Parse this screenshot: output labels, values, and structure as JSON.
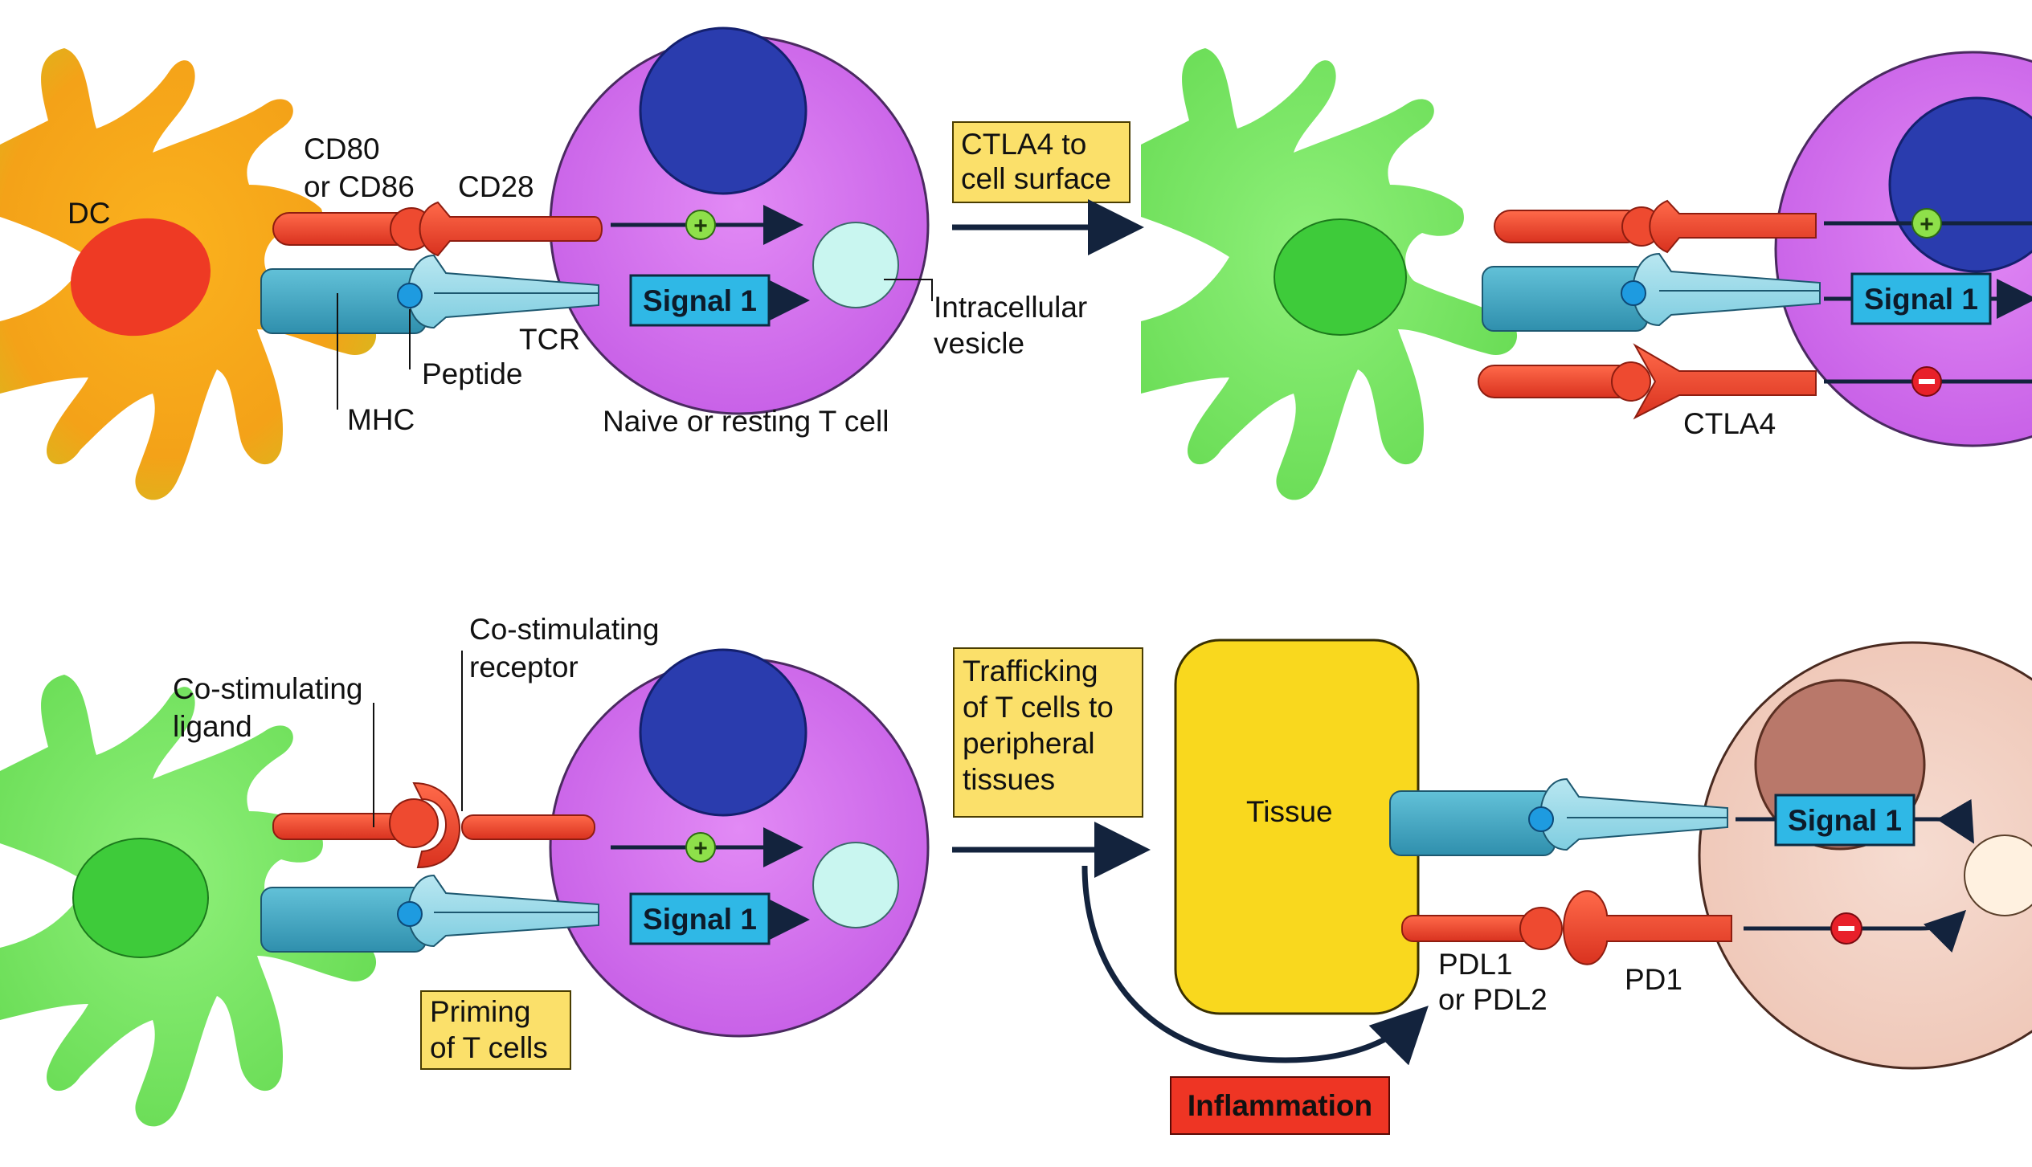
{
  "labels": {
    "dc": "DC",
    "cd80_line1": "CD80",
    "cd80_line2": "or CD86",
    "cd28": "CD28",
    "tcr": "TCR",
    "peptide": "Peptide",
    "mhc": "MHC",
    "intracellular_line1": "Intracellular",
    "intracellular_line2": "vesicle",
    "naive_t_cell": "Naive or resting T cell",
    "ctla4": "CTLA4",
    "co_stim_ligand_line1": "Co-stimulating",
    "co_stim_ligand_line2": "ligand",
    "co_stim_receptor_line1": "Co-stimulating",
    "co_stim_receptor_line2": "receptor",
    "tissue": "Tissue",
    "pdl1_line1": "PDL1",
    "pdl1_line2": "or PDL2",
    "pd1": "PD1"
  },
  "signal_label": "Signal 1",
  "callouts": {
    "ctla4_surface": [
      "CTLA4 to",
      "cell surface"
    ],
    "priming": [
      "Priming",
      "of T cells"
    ],
    "trafficking": [
      "Trafficking",
      "of T cells to",
      "peripheral",
      "tissues"
    ],
    "inflammation": "Inflammation"
  },
  "colors": {
    "dc_orange": "#f6a21c",
    "dc_green": "#7fe36a",
    "t_cell_purple": "#cc6ae8",
    "nucleus_blue": "#2a3cae",
    "receptor_red": "#ea4a32",
    "mhc_teal": "#3fa9c4",
    "signal_box": "#2fb8e6",
    "callout_yellow": "#fbe06a",
    "tissue_yellow": "#f9d81e",
    "inflammation_red": "#ee3524",
    "plus_green": "#8ee04a",
    "minus_red": "#e8202a",
    "arrow_navy": "#13233d"
  }
}
